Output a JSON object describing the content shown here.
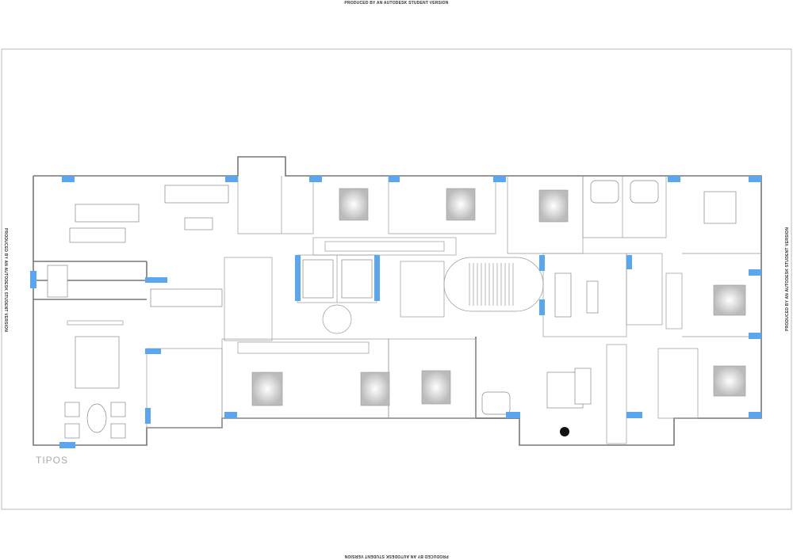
{
  "watermarks": {
    "top": "PRODUCED BY AN AUTODESK STUDENT VERSION",
    "bottom": "PRODUCED BY AN AUTODESK STUDENT VERSION",
    "left": "PRODUCED BY AN AUTODESK STUDENT VERSION",
    "right": "PRODUCED BY AN AUTODESK STUDENT VERSION"
  },
  "plan": {
    "label": "TIPOS",
    "column_color": "#5aa7f0",
    "wall_color": "#777777"
  }
}
